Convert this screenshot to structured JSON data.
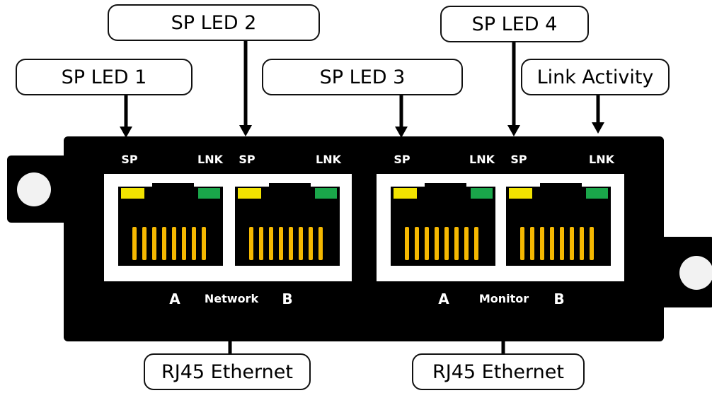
{
  "callouts": {
    "sp_led_1": "SP LED 1",
    "sp_led_2": "SP LED 2",
    "sp_led_3": "SP LED 3",
    "sp_led_4": "SP LED 4",
    "link_activity": "Link Activity",
    "rj45_left": "RJ45 Ethernet",
    "rj45_right": "RJ45 Ethernet"
  },
  "panel": {
    "port_labels": {
      "sp": "SP",
      "lnk": "LNK"
    },
    "groups": [
      {
        "name": "Network",
        "port_a": "A",
        "port_b": "B"
      },
      {
        "name": "Monitor",
        "port_a": "A",
        "port_b": "B"
      }
    ]
  },
  "colors": {
    "panel": "#000000",
    "led_sp": "#f2e300",
    "led_link": "#1aa64a",
    "pins": "#f5b800",
    "port_frame": "#ffffff"
  }
}
